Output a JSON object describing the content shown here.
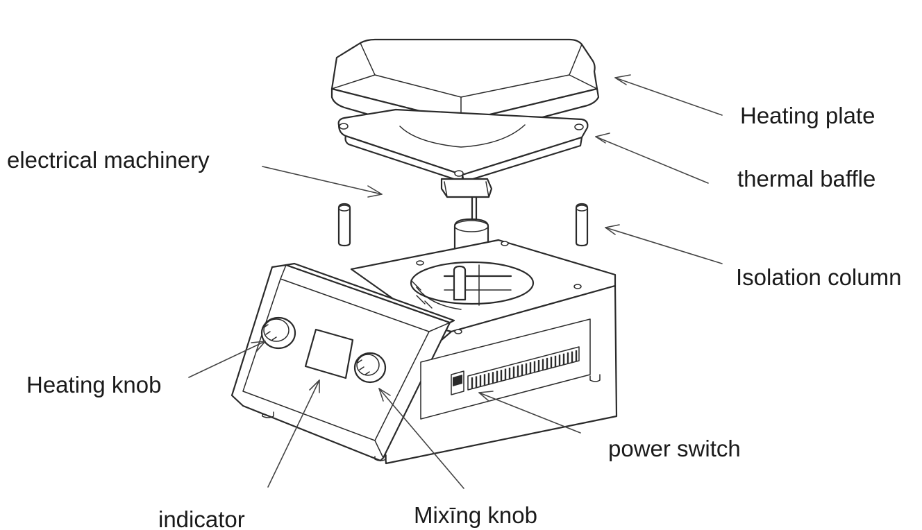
{
  "labels": {
    "heating_plate": "Heating plate",
    "thermal_baffle": "thermal baffle",
    "electrical_machinery": "electrical machinery",
    "isolation_column": "Isolation column",
    "heating_knob": "Heating knob",
    "power_switch": "power switch",
    "indicator": "indicator",
    "mixing_knob": "Mixīng knob"
  }
}
